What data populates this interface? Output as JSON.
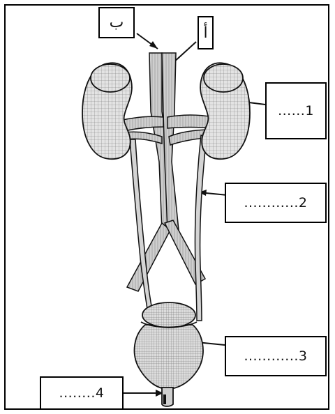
{
  "labels": {
    "b": "ب",
    "a": "أ",
    "one": "......1",
    "two": "............2",
    "three": "............3",
    "four": "........4"
  },
  "colors": {
    "stroke": "#111111",
    "organ_fill": "#d9d9d9",
    "mesh": "#6f6f6f",
    "background": "#ffffff"
  }
}
